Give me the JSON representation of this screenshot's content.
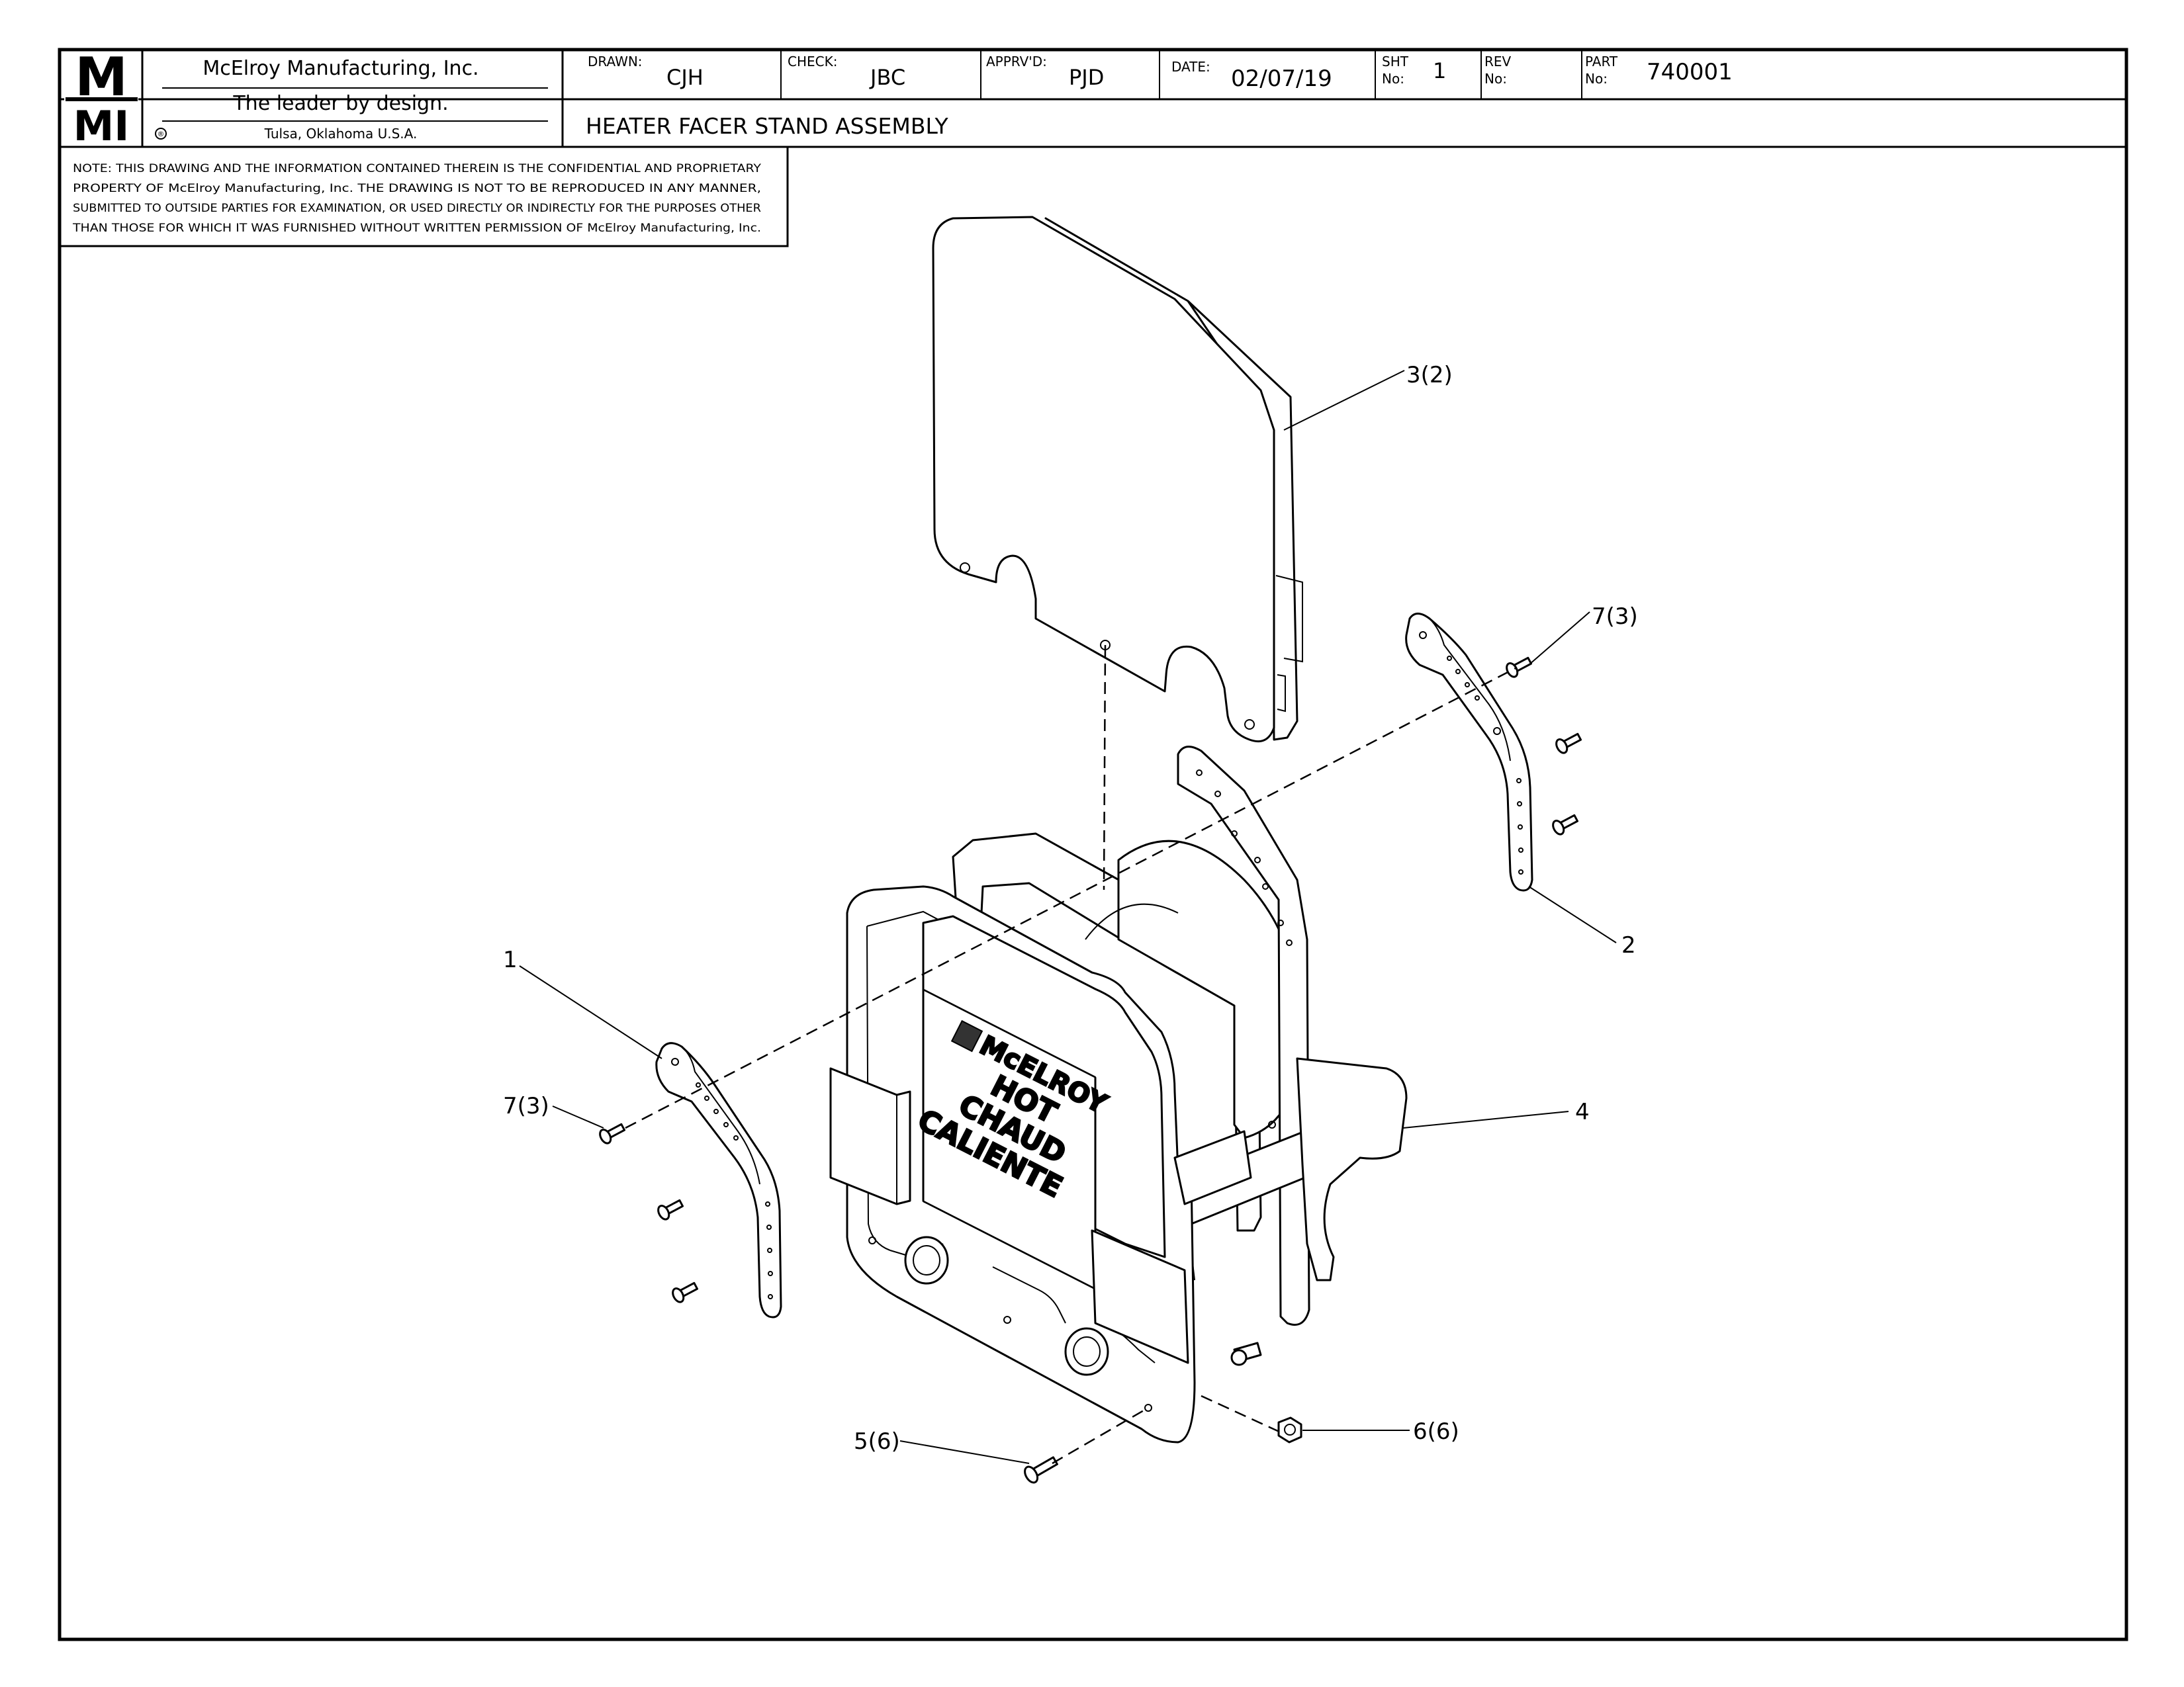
{
  "title_block": {
    "logo_top": "M",
    "logo_bottom": "MI",
    "company": "McElroy Manufacturing, Inc.",
    "tagline": "The leader by design.",
    "location": "Tulsa, Oklahoma U.S.A.",
    "registered_mark": "®",
    "drawn_label": "DRAWN:",
    "drawn_value": "CJH",
    "check_label": "CHECK:",
    "check_value": "JBC",
    "apprvd_label": "APPRV'D:",
    "apprvd_value": "PJD",
    "date_label": "DATE:",
    "date_value": "02/07/19",
    "sht_label_1": "SHT",
    "sht_label_2": "No:",
    "sht_value": "1",
    "rev_label_1": "REV",
    "rev_label_2": "No:",
    "rev_value": "",
    "part_label_1": "PART",
    "part_label_2": "No:",
    "part_value": "740001",
    "drawing_title": "HEATER FACER STAND ASSEMBLY"
  },
  "note": {
    "line1": "NOTE: THIS DRAWING AND THE INFORMATION CONTAINED THEREIN IS THE CONFIDENTIAL AND PROPRIETARY",
    "line2": "PROPERTY OF McElroy Manufacturing, Inc. THE DRAWING IS NOT TO BE REPRODUCED IN ANY MANNER,",
    "line3": "SUBMITTED TO OUTSIDE PARTIES FOR EXAMINATION, OR USED DIRECTLY OR INDIRECTLY FOR THE PURPOSES OTHER",
    "line4": "THAN THOSE FOR WHICH IT WAS FURNISHED WITHOUT WRITTEN PERMISSION OF McElroy Manufacturing, Inc."
  },
  "heater_label": {
    "brand": "McELROY",
    "line1": "HOT",
    "line2": "CHAUD",
    "line3": "CALIENTE"
  },
  "callouts": {
    "c1": "1",
    "c2": "2",
    "c3": "3(2)",
    "c4": "4",
    "c5": "5(6)",
    "c6": "6(6)",
    "c7a": "7(3)",
    "c7b": "7(3)"
  }
}
